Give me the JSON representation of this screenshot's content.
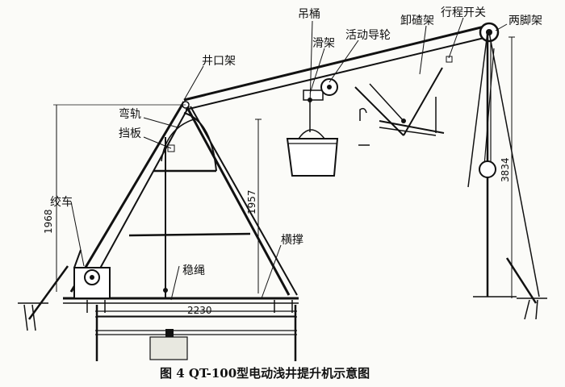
{
  "labels": {
    "bucket": "吊桶",
    "slide_frame": "滑架",
    "movable_pulley": "活动导轮",
    "unload_frame": "卸碴架",
    "limit_switch": "行程开关",
    "bipod": "两脚架",
    "well_frame": "井口架",
    "curved_rail": "弯轨",
    "baffle": "挡板",
    "winch": "绞车",
    "cross_brace": "横撑",
    "guy_rope": "稳绳"
  },
  "dimensions": {
    "height_left": "1968",
    "height_mid": "1957",
    "height_right": "3834",
    "base_width": "2230"
  },
  "caption": "图 4   QT-100型电动浅井提升机示意图"
}
